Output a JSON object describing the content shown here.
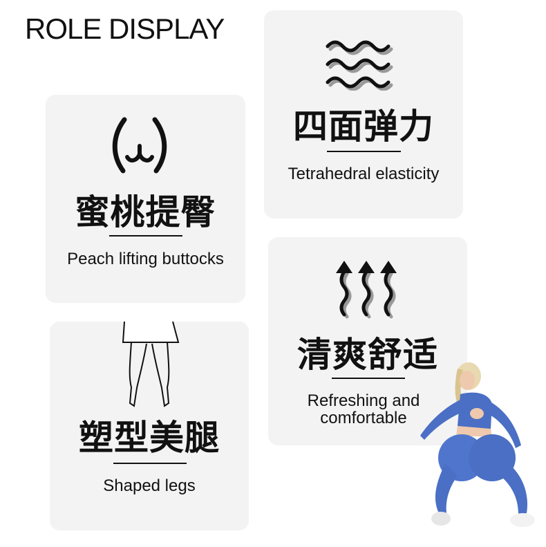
{
  "title": "ROLE DISPLAY",
  "cards": [
    {
      "icon": "buttocks-outline-icon",
      "cn": "蜜桃提臀",
      "en": "Peach lifting buttocks"
    },
    {
      "icon": "wave-lines-icon",
      "cn": "四面弹力",
      "en": "Tetrahedral elasticity"
    },
    {
      "icon": "legs-outline-icon",
      "cn": "塑型美腿",
      "en": "Shaped legs"
    },
    {
      "icon": "wavy-up-arrows-icon",
      "cn": "清爽舒适",
      "en": [
        "Refreshing and",
        "comfortable"
      ]
    }
  ],
  "colors": {
    "card_background": "#f3f3f3",
    "text": "#111111",
    "leggings_blue": "#4a6fc4"
  }
}
